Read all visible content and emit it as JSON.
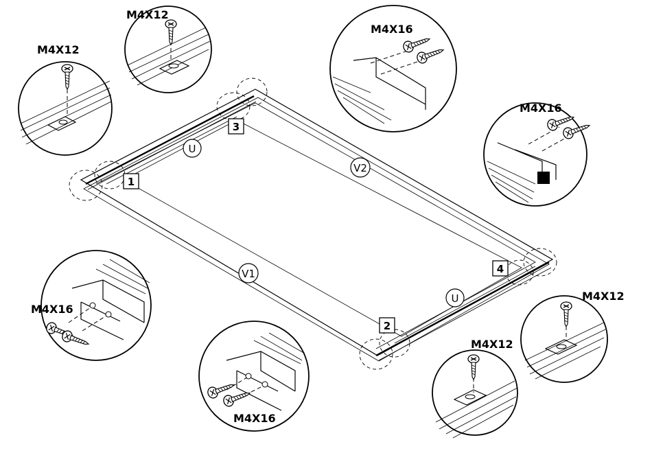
{
  "labels": {
    "screw_m4x12": "M4X12",
    "screw_m4x16": "M4X16",
    "part_u": "U",
    "part_v1": "V1",
    "part_v2": "V2",
    "pos_1": "1",
    "pos_2": "2",
    "pos_3": "3",
    "pos_4": "4"
  }
}
